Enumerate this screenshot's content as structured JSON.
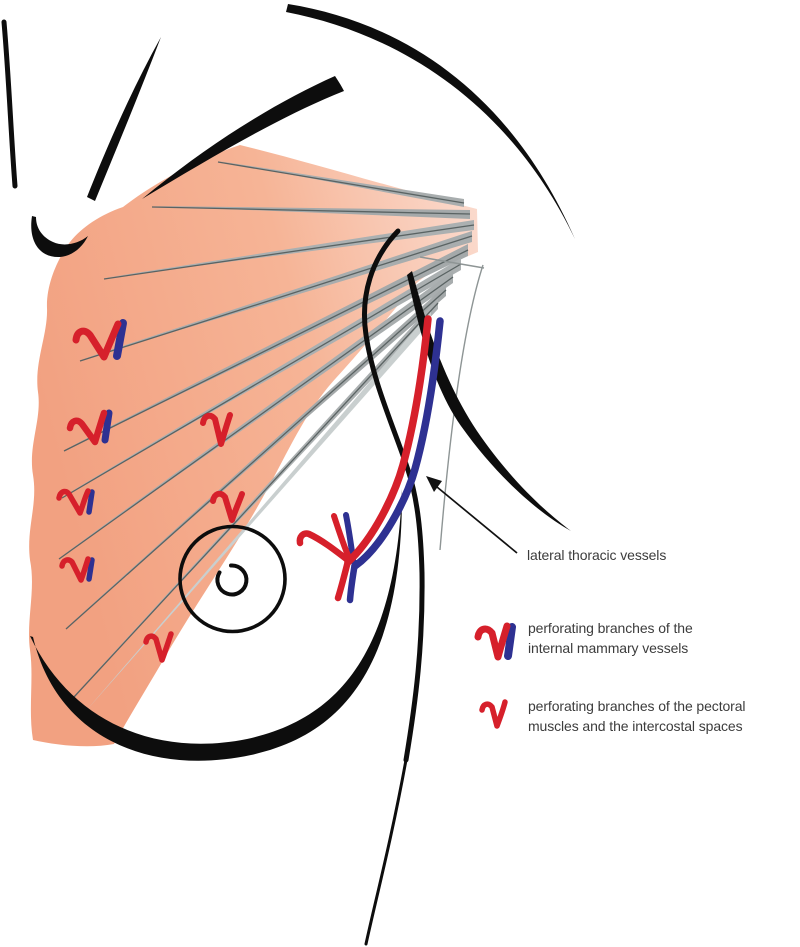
{
  "figure": {
    "type": "anatomical-illustration",
    "subject": "blood supply of the chest wall and breast (pectoralis major fan, perforator vessels)"
  },
  "colors": {
    "muscle_pink_dark": "#F2A181",
    "muscle_pink_light": "#FBDDD1",
    "fiber_gray": "#A8ADAE",
    "fiber_gray_light": "#C9CFCF",
    "fiber_center_line": "#5A6363",
    "artery_red": "#D6202B",
    "vein_blue": "#2E3192",
    "outline_black": "#0d0d0d",
    "label_text": "#3c3c3c"
  },
  "annotation": {
    "lateral_thoracic_label": "lateral thoracic vessels"
  },
  "legend": {
    "items": [
      {
        "icon": "im-perforator-check-icon",
        "line1": "perforating branches of the",
        "line2": "internal mammary vessels"
      },
      {
        "icon": "pectoral-perforator-check-icon",
        "line1": "perforating branches of the pectoral",
        "line2": "muscles and the intercostal spaces"
      }
    ]
  }
}
